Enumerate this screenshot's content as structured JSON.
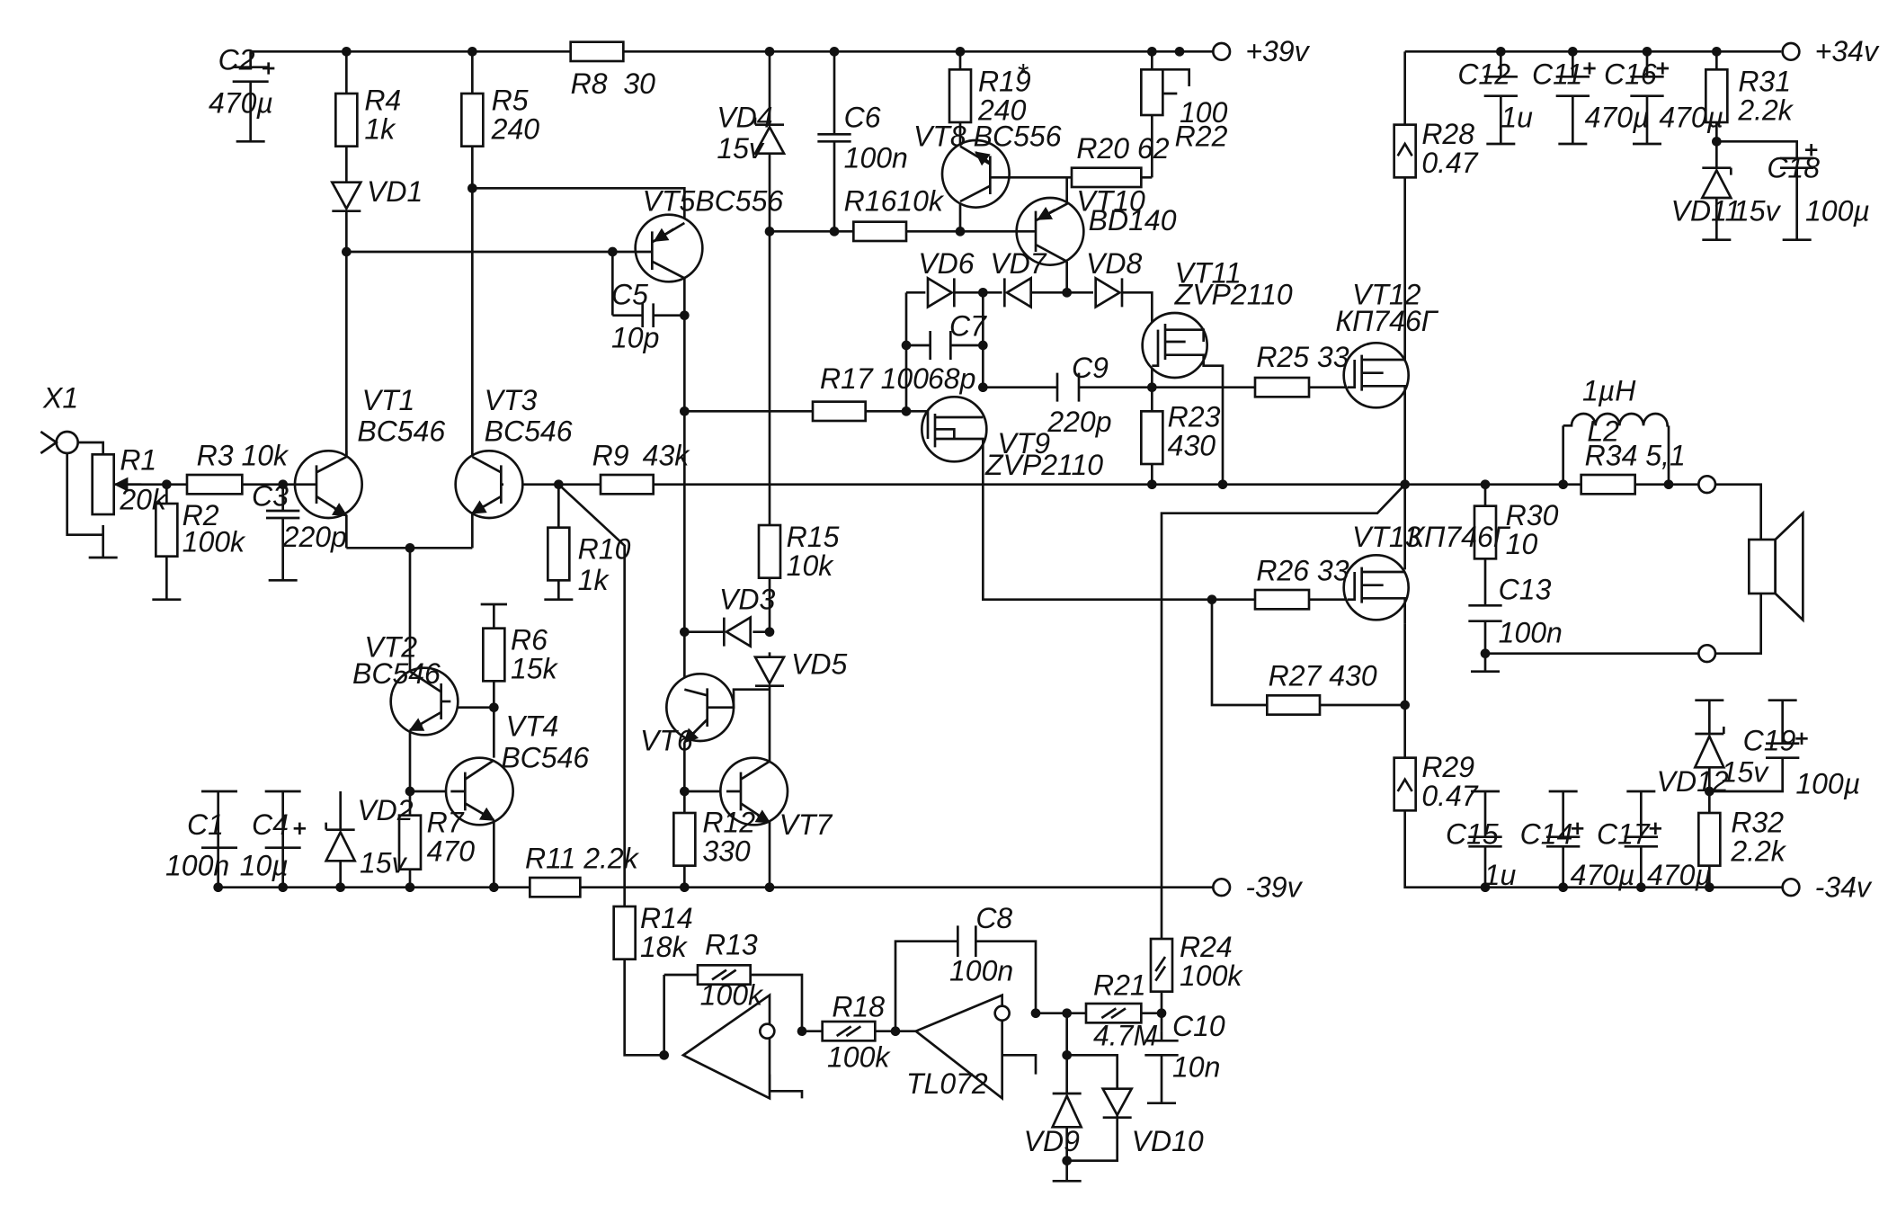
{
  "supplies": {
    "p39": "+39v",
    "n39": "-39v",
    "p34": "+34v",
    "n34": "-34v"
  },
  "ic": "TL072",
  "components": {
    "X1": {
      "ref": "X1"
    },
    "R1": {
      "ref": "R1",
      "val": "20k"
    },
    "R2": {
      "ref": "R2",
      "val": "100k"
    },
    "R3": {
      "ref": "R3 10k"
    },
    "C3": {
      "ref": "C3",
      "val": "220p"
    },
    "C2": {
      "ref": "C2",
      "val": "470µ"
    },
    "R4": {
      "ref": "R4",
      "val": "1k"
    },
    "VD1": {
      "ref": "VD1"
    },
    "R5": {
      "ref": "R5",
      "val": "240"
    },
    "R8": {
      "ref": "R8",
      "val": "30"
    },
    "VT1": {
      "ref": "VT1",
      "val": "BC546"
    },
    "VT3": {
      "ref": "VT3",
      "val": "BC546"
    },
    "VT2": {
      "ref": "VT2",
      "val": "BC546"
    },
    "VT4": {
      "ref": "VT4",
      "val": "BC546"
    },
    "R6": {
      "ref": "R6",
      "val": "15k"
    },
    "R7": {
      "ref": "R7",
      "val": "470"
    },
    "C1": {
      "ref": "C1",
      "val": "100n"
    },
    "C4": {
      "ref": "C4",
      "val": "10µ"
    },
    "VD2": {
      "ref": "VD2",
      "val": "15v"
    },
    "R11": {
      "ref": "R11 2.2k"
    },
    "R9": {
      "ref": "R9",
      "val": "43k"
    },
    "R10": {
      "ref": "R10",
      "val": "1k"
    },
    "VT5": {
      "ref": "VT5",
      "val": "BC556"
    },
    "C5": {
      "ref": "C5",
      "val": "10p"
    },
    "VD4": {
      "ref": "VD4",
      "val": "15v"
    },
    "C6": {
      "ref": "C6",
      "val": "100n"
    },
    "R15": {
      "ref": "R15",
      "val": "10k"
    },
    "VD3": {
      "ref": "VD3"
    },
    "VD5": {
      "ref": "VD5"
    },
    "VT6": {
      "ref": "VT6"
    },
    "VT7": {
      "ref": "VT7"
    },
    "R12": {
      "ref": "R12",
      "val": "330"
    },
    "R16": {
      "ref": "R16",
      "val": "10k"
    },
    "VT8": {
      "ref": "VT8",
      "val": "BC556"
    },
    "R19": {
      "ref": "R19",
      "mark": "*",
      "val": "240"
    },
    "R20": {
      "ref": "R20 62"
    },
    "R22": {
      "ref": "R22",
      "val": "100"
    },
    "VT10": {
      "ref": "VT10",
      "val": "BD140"
    },
    "VD6": {
      "ref": "VD6"
    },
    "VD7": {
      "ref": "VD7"
    },
    "VD8": {
      "ref": "VD8"
    },
    "C7": {
      "ref": "C7",
      "val": "68p"
    },
    "C9": {
      "ref": "C9",
      "val": "220p"
    },
    "R17": {
      "ref": "R17 100"
    },
    "VT9": {
      "ref": "VT9",
      "val": "ZVP2110"
    },
    "VT11": {
      "ref": "VT11",
      "val": "ZVP2110"
    },
    "R23": {
      "ref": "R23",
      "val": "430"
    },
    "R25": {
      "ref": "R25 33"
    },
    "R26": {
      "ref": "R26 33"
    },
    "R27": {
      "ref": "R27 430"
    },
    "VT12": {
      "ref": "VT12",
      "val": "КП746Г"
    },
    "VT13": {
      "ref": "VT13",
      "val": "КП746Г"
    },
    "R28": {
      "ref": "R28",
      "val": "0.47"
    },
    "R29": {
      "ref": "R29",
      "val": "0.47"
    },
    "C12": {
      "ref": "C12",
      "val": "1u"
    },
    "C11": {
      "ref": "C11",
      "val": "470µ"
    },
    "C16": {
      "ref": "C16",
      "val": "470µ"
    },
    "R31": {
      "ref": "R31",
      "val": "2.2k"
    },
    "VD11": {
      "ref": "VD11",
      "val": "15v"
    },
    "C18": {
      "ref": "C18",
      "val": "100µ"
    },
    "R30": {
      "ref": "R30",
      "val": "10"
    },
    "C13": {
      "ref": "C13",
      "val": "100n"
    },
    "L2": {
      "ref": "L2",
      "val": "1µH"
    },
    "R34": {
      "ref": "R34 5,1"
    },
    "C15": {
      "ref": "C15",
      "val": "1u"
    },
    "C14": {
      "ref": "C14",
      "val": "470µ"
    },
    "C17": {
      "ref": "C17",
      "val": "470µ"
    },
    "VD12": {
      "ref": "VD12",
      "val": "15v"
    },
    "C19": {
      "ref": "C19",
      "val": "100µ"
    },
    "R32": {
      "ref": "R32",
      "val": "2.2k"
    },
    "R14": {
      "ref": "R14",
      "val": "18k"
    },
    "R13": {
      "ref": "R13",
      "val": "100k"
    },
    "R18": {
      "ref": "R18",
      "val": "100k"
    },
    "C8": {
      "ref": "C8",
      "val": "100n"
    },
    "R21": {
      "ref": "R21",
      "val": "4.7M"
    },
    "R24": {
      "ref": "R24",
      "val": "100k"
    },
    "C10": {
      "ref": "C10",
      "val": "10n"
    },
    "VD9": {
      "ref": "VD9"
    },
    "VD10": {
      "ref": "VD10"
    }
  }
}
